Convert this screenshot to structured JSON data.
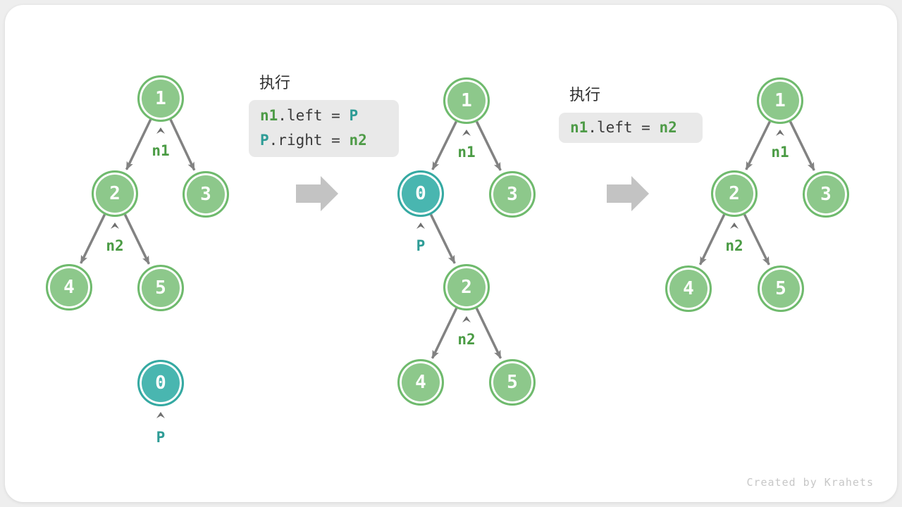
{
  "watermark": "Created by Krahets",
  "colors": {
    "node_green_fill": "#8dc88b",
    "node_green_border": "#6fba6d",
    "node_teal_fill": "#49b6b0",
    "node_teal_border": "#35a9a2",
    "edge_gray": "#828282",
    "label_green": "#4a9b44",
    "label_teal": "#2e9c96",
    "code_box_bg": "#e9e9e9",
    "code_text": "#3a3a3a",
    "block_arrow_gray": "#c3c3c3",
    "card_bg": "#ffffff",
    "page_bg": "#eeeeee"
  },
  "steps": {
    "step1": {
      "title": "执行",
      "line1": {
        "a": "n1",
        "b": ".left = ",
        "c": "P"
      },
      "line2": {
        "a": "P",
        "b": ".right = ",
        "c": "n2"
      }
    },
    "step2": {
      "title": "执行",
      "line1": {
        "a": "n1",
        "b": ".left = ",
        "c": "n2"
      }
    }
  },
  "trees": {
    "left": {
      "nodes": {
        "n1": "1",
        "n2": "2",
        "n3": "3",
        "n4": "4",
        "n5": "5",
        "p": "0"
      },
      "labels": {
        "n1": "n1",
        "n2": "n2",
        "p": "P"
      }
    },
    "middle": {
      "nodes": {
        "n1": "1",
        "p": "0",
        "n3": "3",
        "n2": "2",
        "n4": "4",
        "n5": "5"
      },
      "labels": {
        "n1": "n1",
        "p": "P",
        "n2": "n2"
      }
    },
    "right": {
      "nodes": {
        "n1": "1",
        "n2": "2",
        "n3": "3",
        "n4": "4",
        "n5": "5"
      },
      "labels": {
        "n1": "n1",
        "n2": "n2"
      }
    }
  }
}
